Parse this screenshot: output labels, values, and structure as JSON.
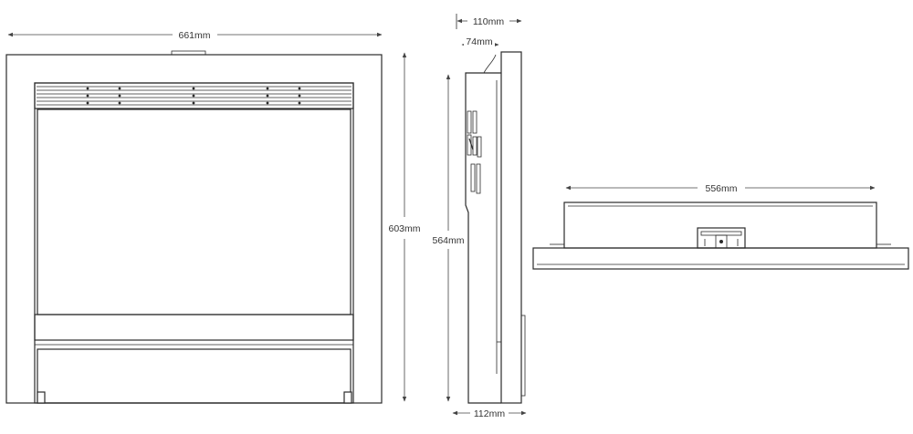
{
  "dimensions": {
    "front_width": "661mm",
    "front_height": "603mm",
    "side_top_depth": "110mm",
    "side_top_offset": "74mm",
    "side_height": "564mm",
    "side_bottom_depth": "112mm",
    "top_width": "556mm"
  },
  "colors": {
    "line": "#2b2b2b",
    "background": "#ffffff",
    "text": "#333333"
  }
}
